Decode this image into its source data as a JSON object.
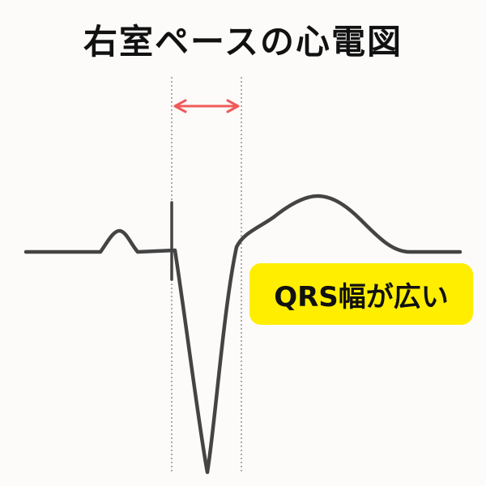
{
  "title": "右室ペースの心電図",
  "callout": {
    "text": "QRS幅が広い"
  },
  "colors": {
    "background": "#fcfbfa",
    "trace": "#444444",
    "arrow": "#f05a5a",
    "guide": "#999999",
    "callout_fill": "#ffee00",
    "text": "#111111"
  },
  "icons": [
    "double-headed-arrow"
  ]
}
